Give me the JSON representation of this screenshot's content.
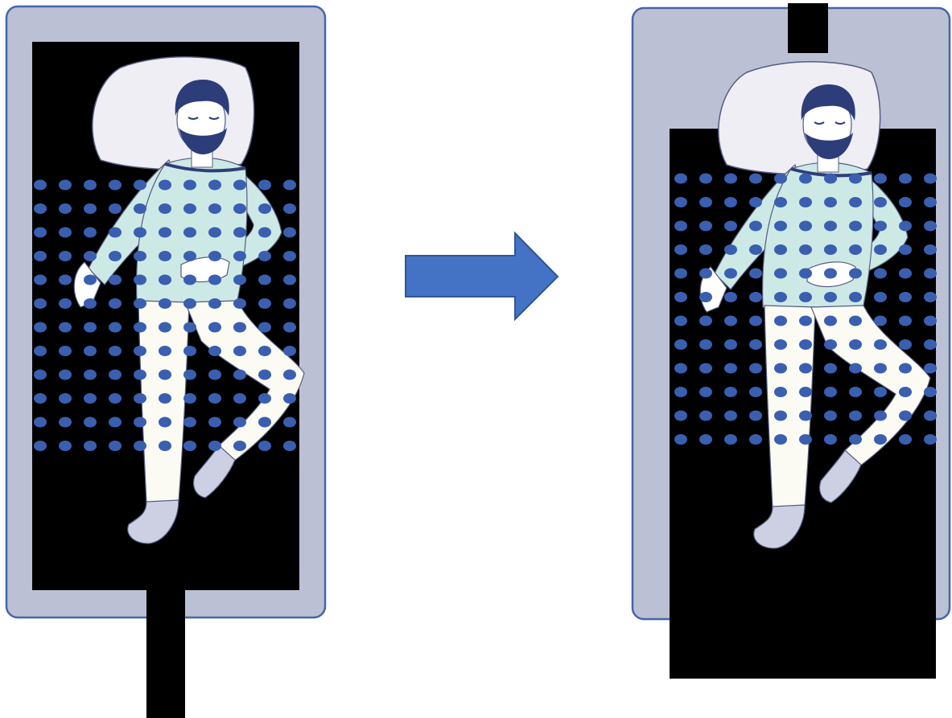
{
  "diagram": {
    "panels": [
      {
        "id": "before",
        "state": "sensor-sheet-covering-lower-bed",
        "cable_side": "bottom"
      },
      {
        "id": "after",
        "state": "sensor-sheet-shifted-down",
        "cable_side": "top"
      }
    ],
    "sensor_grid": {
      "before": {
        "rows": 12,
        "cols": 11
      },
      "after": {
        "rows": 12,
        "cols": 11
      }
    },
    "arrow": {
      "direction": "right"
    },
    "colors": {
      "bed_frame": "#bcc0d4",
      "bed_border": "#4466a8",
      "sheet": "#000000",
      "sensor_dot": "#3a5fb0",
      "arrow_fill": "#4472c4",
      "arrow_stroke": "#2f5597",
      "shirt": "#cde9e6",
      "pants": "#fbfbf4",
      "hair": "#2d3d7a",
      "skin": "#ffffff",
      "pillow": "#eeeef4",
      "socks": "#cdd0e3"
    }
  }
}
